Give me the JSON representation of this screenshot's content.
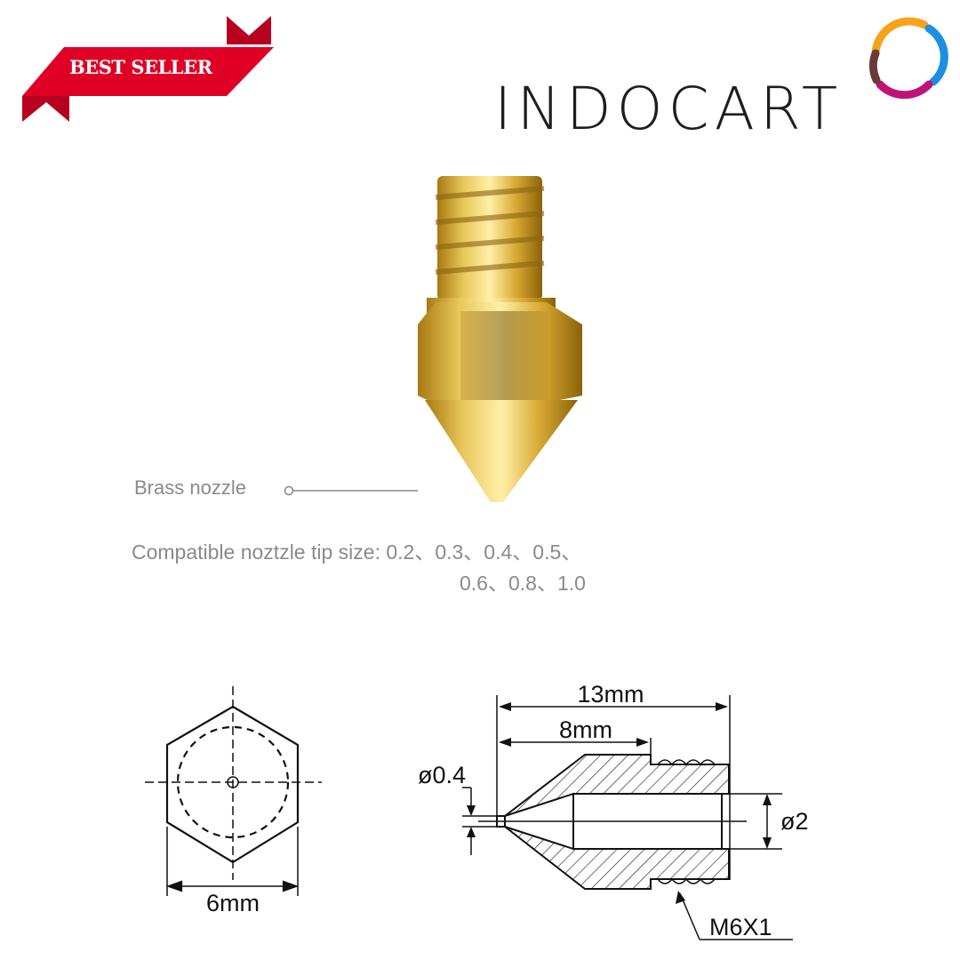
{
  "badge": {
    "text": "BEST SELLER",
    "color": "#e10025",
    "dark": "#b8001f"
  },
  "brand": {
    "name": "INDOCART",
    "logo": "indocart-swirl-logo"
  },
  "product": {
    "callout_label": "Brass nozzle",
    "compat_label": "Compatible noztzle tip size:",
    "compat_sizes_line1": "0.2、0.3、0.4、0.5、",
    "compat_sizes_line2": "0.6、0.8、1.0"
  },
  "diagram": {
    "hex_width": "6mm",
    "total_length": "13mm",
    "cone_length": "8mm",
    "tip_diameter": "ø0.4",
    "bore_diameter": "ø2",
    "thread": "M6X1"
  }
}
